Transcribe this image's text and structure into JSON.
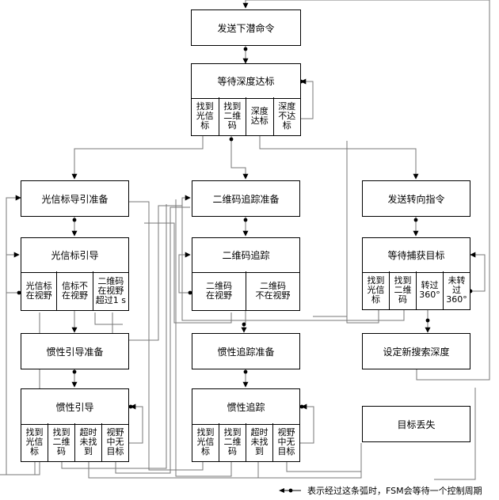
{
  "nodes": {
    "send_dive": "发送下潜命令",
    "wait_depth": {
      "title": "等待深度达标",
      "cells": [
        "找到\n光信\n标",
        "找到\n二维\n码",
        "深度\n达标",
        "深度\n不达\n标"
      ]
    },
    "beacon_prep": "光信标导引准备",
    "beacon_guide": {
      "title": "光信标引导",
      "cells": [
        "光信标\n在视野",
        "信标不\n在视野",
        "二维码\n在视野\n超过1 s"
      ]
    },
    "inertial_guide_prep": "惯性引导准备",
    "inertial_guide": {
      "title": "惯性引导",
      "cells": [
        "找到\n光信\n标",
        "找到\n二维\n码",
        "超时\n未找\n到",
        "视野\n中无\n目标"
      ]
    },
    "qr_prep": "二维码追踪准备",
    "qr_track": {
      "title": "二维码追踪",
      "cells": [
        "二维码\n在视野",
        "二维码\n不在视野"
      ]
    },
    "inertial_track_prep": "惯性追踪准备",
    "inertial_track": {
      "title": "惯性追踪",
      "cells": [
        "找到\n光信\n标",
        "找到\n二维\n码",
        "超时\n未找\n到",
        "视野\n中无\n目标"
      ]
    },
    "send_turn": "发送转向指令",
    "wait_capture": {
      "title": "等待捕获目标",
      "cells": [
        "找到\n光信\n标",
        "找到\n二维\n码",
        "转过\n360°",
        "未转\n过\n360°"
      ]
    },
    "set_depth": "设定新搜索深度",
    "target_lost": "目标丢失"
  },
  "legend": {
    "text": "表示经过这条弧时，FSM会等待一个控制周期"
  }
}
